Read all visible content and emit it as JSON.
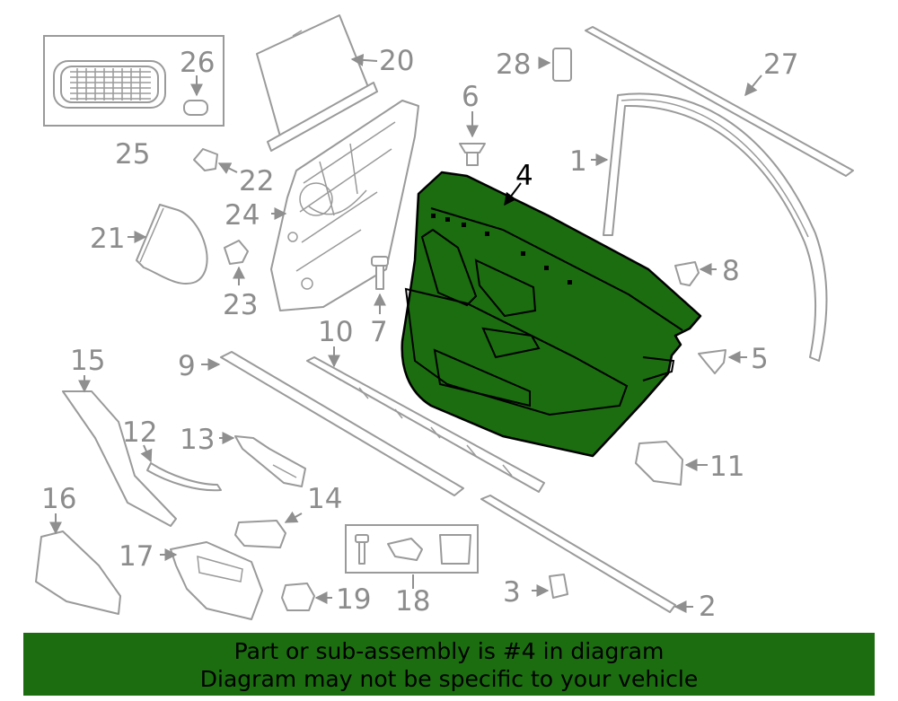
{
  "diagram": {
    "highlighted_part": "4",
    "highlight_color": "#1b6d10",
    "callouts": [
      "1",
      "2",
      "3",
      "4",
      "5",
      "6",
      "7",
      "8",
      "9",
      "10",
      "11",
      "12",
      "13",
      "14",
      "15",
      "16",
      "17",
      "18",
      "19",
      "20",
      "21",
      "22",
      "23",
      "24",
      "25",
      "26",
      "27",
      "28"
    ]
  },
  "banner": {
    "line1": "Part or sub-assembly is #4 in diagram",
    "line2": "Diagram may not be specific to your vehicle",
    "background_color": "#1b6d10"
  }
}
